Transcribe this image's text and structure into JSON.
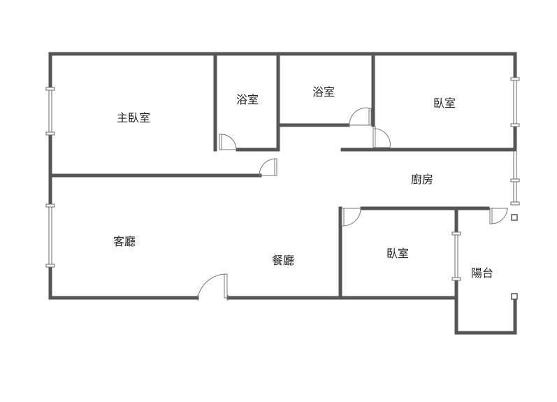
{
  "rooms": {
    "master_bedroom": "主臥室",
    "bathroom_1": "浴室",
    "bathroom_2": "浴室",
    "bedroom_1": "臥室",
    "kitchen": "廚房",
    "living_room": "客廳",
    "dining_room": "餐廳",
    "bedroom_2": "臥室",
    "balcony": "陽台"
  },
  "colors": {
    "wall": "#555555",
    "text": "#222222",
    "background": "#ffffff"
  }
}
